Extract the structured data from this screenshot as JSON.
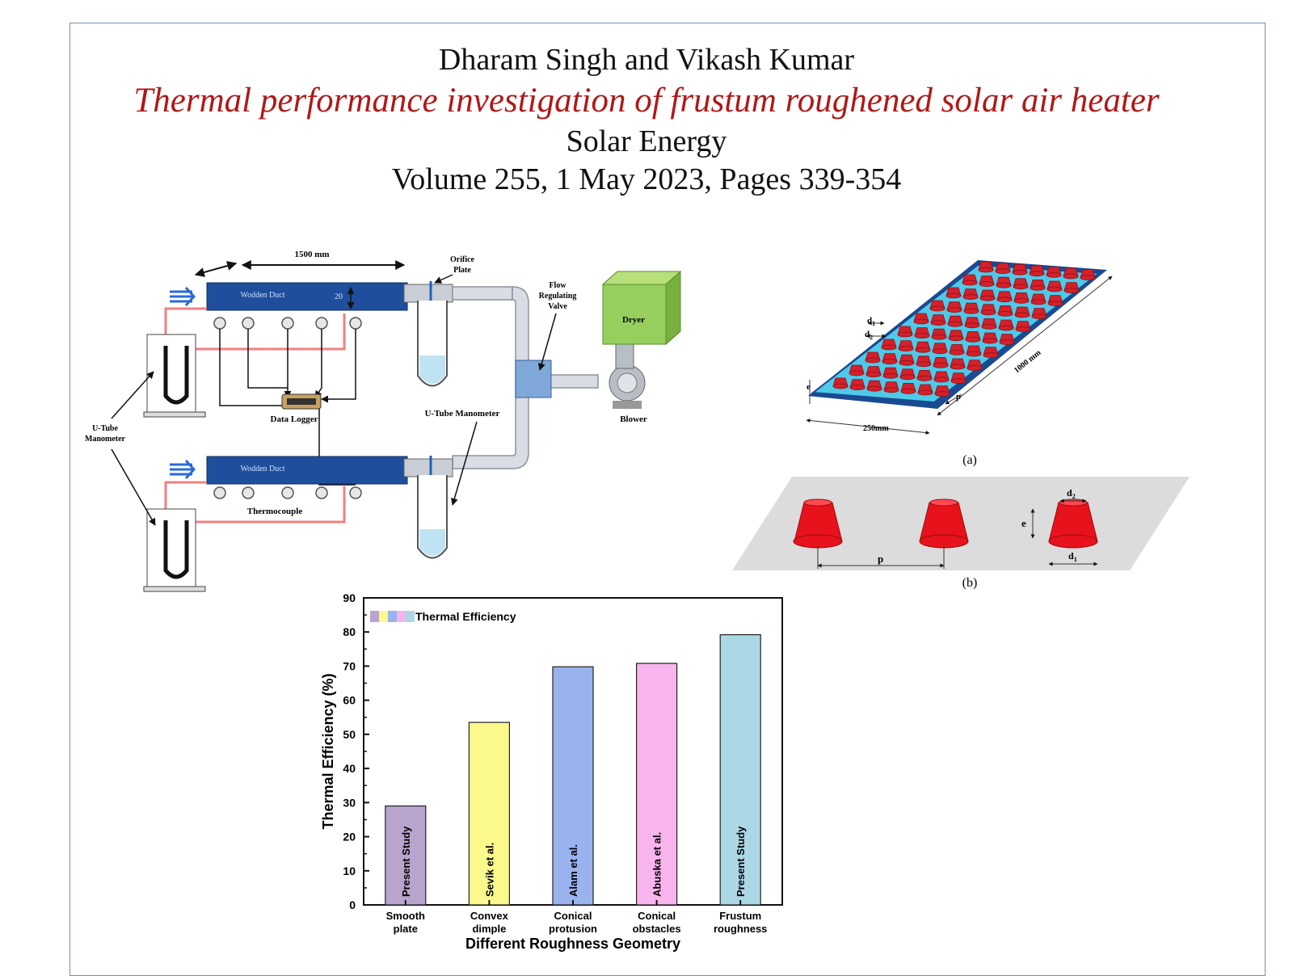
{
  "header": {
    "authors": "Dharam Singh and Vikash Kumar",
    "title": "Thermal performance investigation of frustum roughened solar air heater",
    "journal": "Solar Energy",
    "volume": "Volume 255, 1 May 2023, Pages 339-354"
  },
  "setup_diagram": {
    "length_label": "1500 mm",
    "duct_label": "Wodden Duct",
    "height_label": "20",
    "orifice_label_1": "Orifice",
    "orifice_label_2": "Plate",
    "valve_label_1": "Flow",
    "valve_label_2": "Regulating",
    "valve_label_3": "Valve",
    "dryer_label": "Dryer",
    "blower_label": "Blower",
    "data_logger_label": "Data Logger",
    "manometer_right_label": "U-Tube Manometer",
    "manometer_left_label_1": "U-Tube",
    "manometer_left_label_2": "Manometer",
    "thermocouple_label": "Thermocouple"
  },
  "plate_diagram": {
    "d1": "d",
    "d1_sub": "1",
    "d2": "d",
    "d2_sub": "2",
    "e": "e",
    "p": "p",
    "length": "1000 mm",
    "width": "250mm",
    "caption_a": "(a)",
    "caption_b": "(b)"
  },
  "chart_data": {
    "type": "bar",
    "categories": [
      [
        "Smooth",
        "plate"
      ],
      [
        "Convex",
        "dimple"
      ],
      [
        "Conical",
        "protusion"
      ],
      [
        "Conical",
        "obstacles"
      ],
      [
        "Frustum",
        "roughness"
      ]
    ],
    "bar_labels": [
      "Present Study",
      "Sevik et al.",
      "Alam et al.",
      "Abuska et al.",
      "Present Study"
    ],
    "values": [
      29,
      53.5,
      69.8,
      70.8,
      79.2
    ],
    "colors": [
      "#b8a4cc",
      "#fafa8c",
      "#9ab2ee",
      "#f8b4ec",
      "#acd8e6"
    ],
    "legend": "Thermal Efficiency",
    "xlabel": "Different Roughness Geometry",
    "ylabel": "Thermal Efficiency (%)",
    "ylim": [
      0,
      90
    ],
    "yticks": [
      "0",
      "10",
      "20",
      "30",
      "40",
      "50",
      "60",
      "70",
      "80",
      "90"
    ]
  }
}
